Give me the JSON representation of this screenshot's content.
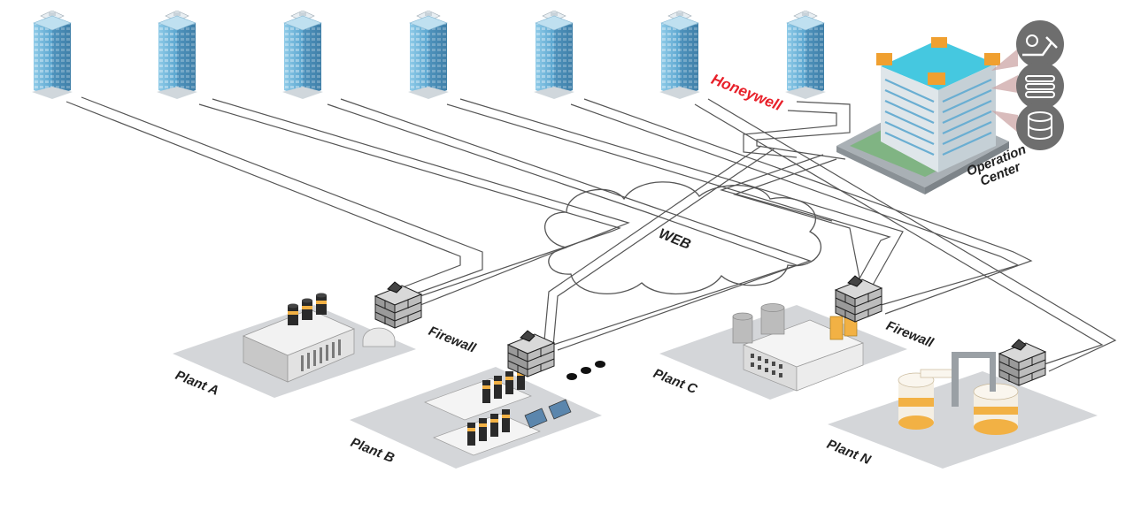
{
  "brand": {
    "name": "Honeywell",
    "color": "#e8202a"
  },
  "network_label": "WEB",
  "operation_center": {
    "line1": "Operation",
    "line2": "Center"
  },
  "firewall_label": "Firewall",
  "plants": {
    "a": "Plant A",
    "b": "Plant B",
    "c": "Plant C",
    "n": "Plant N"
  },
  "towers_count": 7,
  "colors": {
    "line": "#555555",
    "tower": "#6fb3d8",
    "roof": "#f0a030",
    "cyan_roof": "#45c8e0",
    "plant_base": "#d4d6d9",
    "tank": "#f2b144",
    "solar": "#5b86ad",
    "stack": "#2a2a2a"
  },
  "icons": [
    "engineer-icon",
    "server-icon",
    "database-icon"
  ]
}
